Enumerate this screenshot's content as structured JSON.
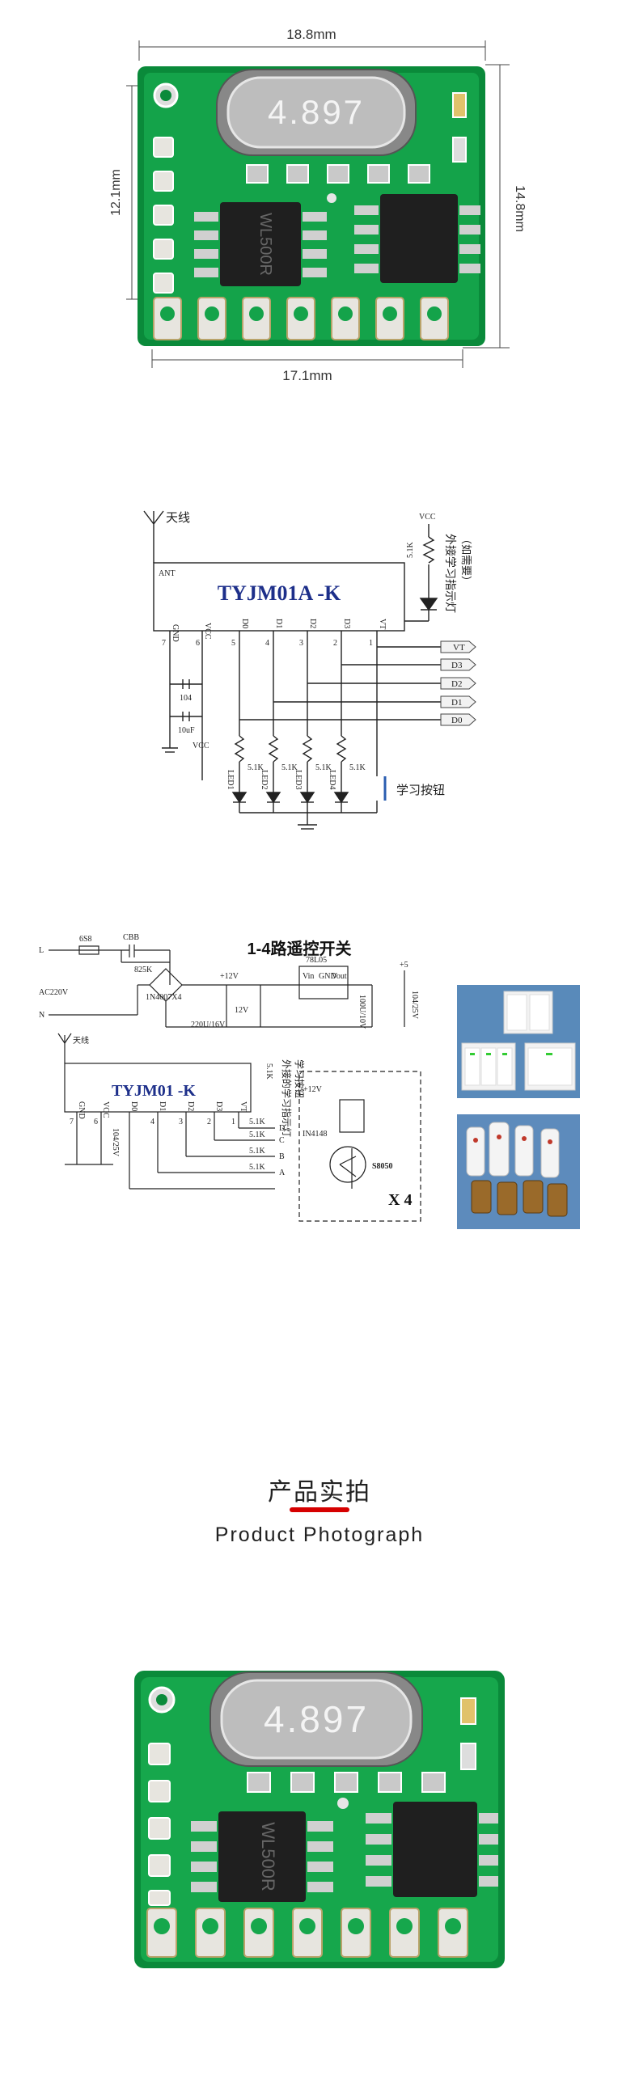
{
  "dims": {
    "width": "18.8mm",
    "height_left": "12.1mm",
    "height_right": "14.8mm",
    "bottom": "17.1mm"
  },
  "board": {
    "crystal_label": "4.897",
    "chip_label": "WL500R"
  },
  "schematic1": {
    "antenna": "天线",
    "ant_pin": "ANT",
    "module": "TYJM01A -K",
    "pins": [
      "GND",
      "VCC",
      "D0",
      "D1",
      "D2",
      "D3",
      "VT"
    ],
    "pin_numbers": [
      "7",
      "6",
      "5",
      "4",
      "3",
      "2",
      "1"
    ],
    "cap1": "104",
    "cap2": "10uF",
    "vcc": "VCC",
    "vcc_top": "VCC",
    "res_top": "5.1K",
    "indicator": "外接学习指示灯",
    "indicator_note": "（如需要）",
    "outputs": [
      "VT",
      "D3",
      "D2",
      "D1",
      "D0"
    ],
    "res": [
      "5.1K",
      "5.1K",
      "5.1K",
      "5.1K"
    ],
    "leds": [
      "LED1",
      "LED2",
      "LED3",
      "LED4"
    ],
    "button": "学习按钮"
  },
  "schematic2": {
    "title": "1-4路遥控开关",
    "l_label": "L",
    "n_label": "N",
    "ac": "AC220V",
    "fuse": "6S8",
    "cap_x": "CBB",
    "res_in": "825K",
    "bridge": "1N4007X4",
    "cap_el": "220U/16V",
    "zener": "12V",
    "v12": "+12V",
    "v5": "+5",
    "regulator": "78L05",
    "reg_pins": [
      "Vin",
      "GND",
      "Vout"
    ],
    "cap_reg": "100U/10V",
    "cap_reg2": "104/25V",
    "antenna": "天线",
    "module": "TYJM01  -K",
    "pins": [
      "GND",
      "VCC",
      "D0",
      "D1",
      "D2",
      "D3",
      "VT"
    ],
    "pin_numbers": [
      "7",
      "6",
      "4",
      "3",
      "2",
      "1"
    ],
    "cap_bottom": "104/25V",
    "res_top": "5.1K",
    "indicator": "外接的学习指示灯",
    "button": "学习按钮",
    "relay_v": "+12V",
    "diode": "IN4148",
    "transistor": "S8050",
    "multiplier": "X 4",
    "channels": [
      "D",
      "C",
      "B",
      "A"
    ],
    "res": [
      "5.1K",
      "5.1K",
      "5.1K",
      "5.1K"
    ]
  },
  "section": {
    "title_cn": "产品实拍",
    "title_en": "Product Photograph"
  }
}
